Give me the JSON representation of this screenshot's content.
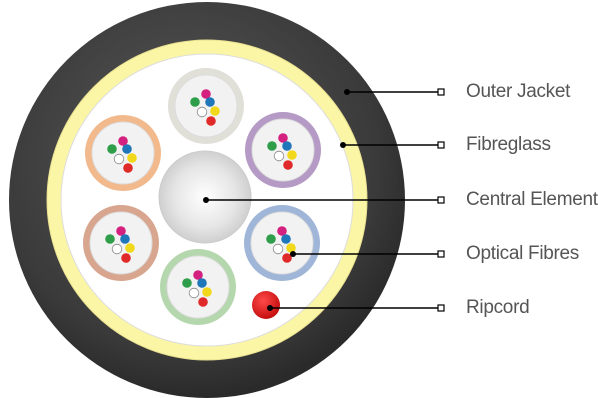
{
  "labels": {
    "outer_jacket": "Outer Jacket",
    "fibreglass": "Fibreglass",
    "central_element": "Central Element",
    "optical_fibres": "Optical Fibres",
    "ripcord": "Ripcord"
  },
  "colors": {
    "outer_jacket": "#3a3a3a",
    "fibreglass": "#fbf6a6",
    "ripcord": "#e01b1b",
    "leader_line": "#000000",
    "label_text": "#555555"
  },
  "tubes": [
    {
      "name": "white-tube",
      "ring_color": "#e0e0d8"
    },
    {
      "name": "purple-tube",
      "ring_color": "#b49ac4"
    },
    {
      "name": "blue-tube",
      "ring_color": "#9fb6d8"
    },
    {
      "name": "green-tube",
      "ring_color": "#b5d7ad"
    },
    {
      "name": "brown-tube",
      "ring_color": "#d8a58f"
    },
    {
      "name": "orange-tube",
      "ring_color": "#f2b98d"
    }
  ],
  "fibre_colors": [
    "#d4217f",
    "#2f9e4a",
    "#1f76b8",
    "#ffffff",
    "#f2d81a",
    "#e02a2a"
  ]
}
